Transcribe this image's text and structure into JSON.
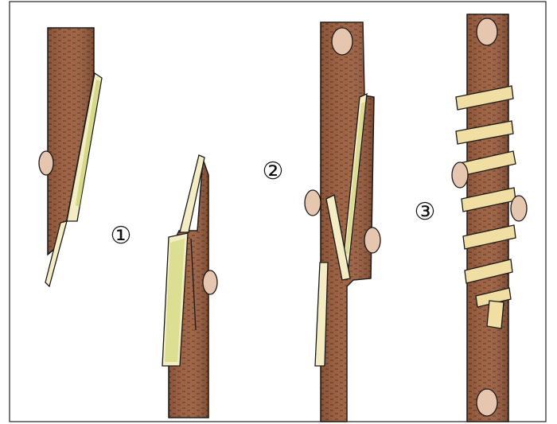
{
  "steps": [
    {
      "label": "①"
    },
    {
      "label": "②"
    },
    {
      "label": "③"
    }
  ],
  "colors": {
    "bark": "#9b5d3d",
    "bark_dark": "#6e3d25",
    "cut_face": "#f4ecc2",
    "cut_face_green": "#c8d46a",
    "tape": "#f1dea2",
    "bud": "#e7c6b0",
    "outline": "#1a1a1a"
  }
}
